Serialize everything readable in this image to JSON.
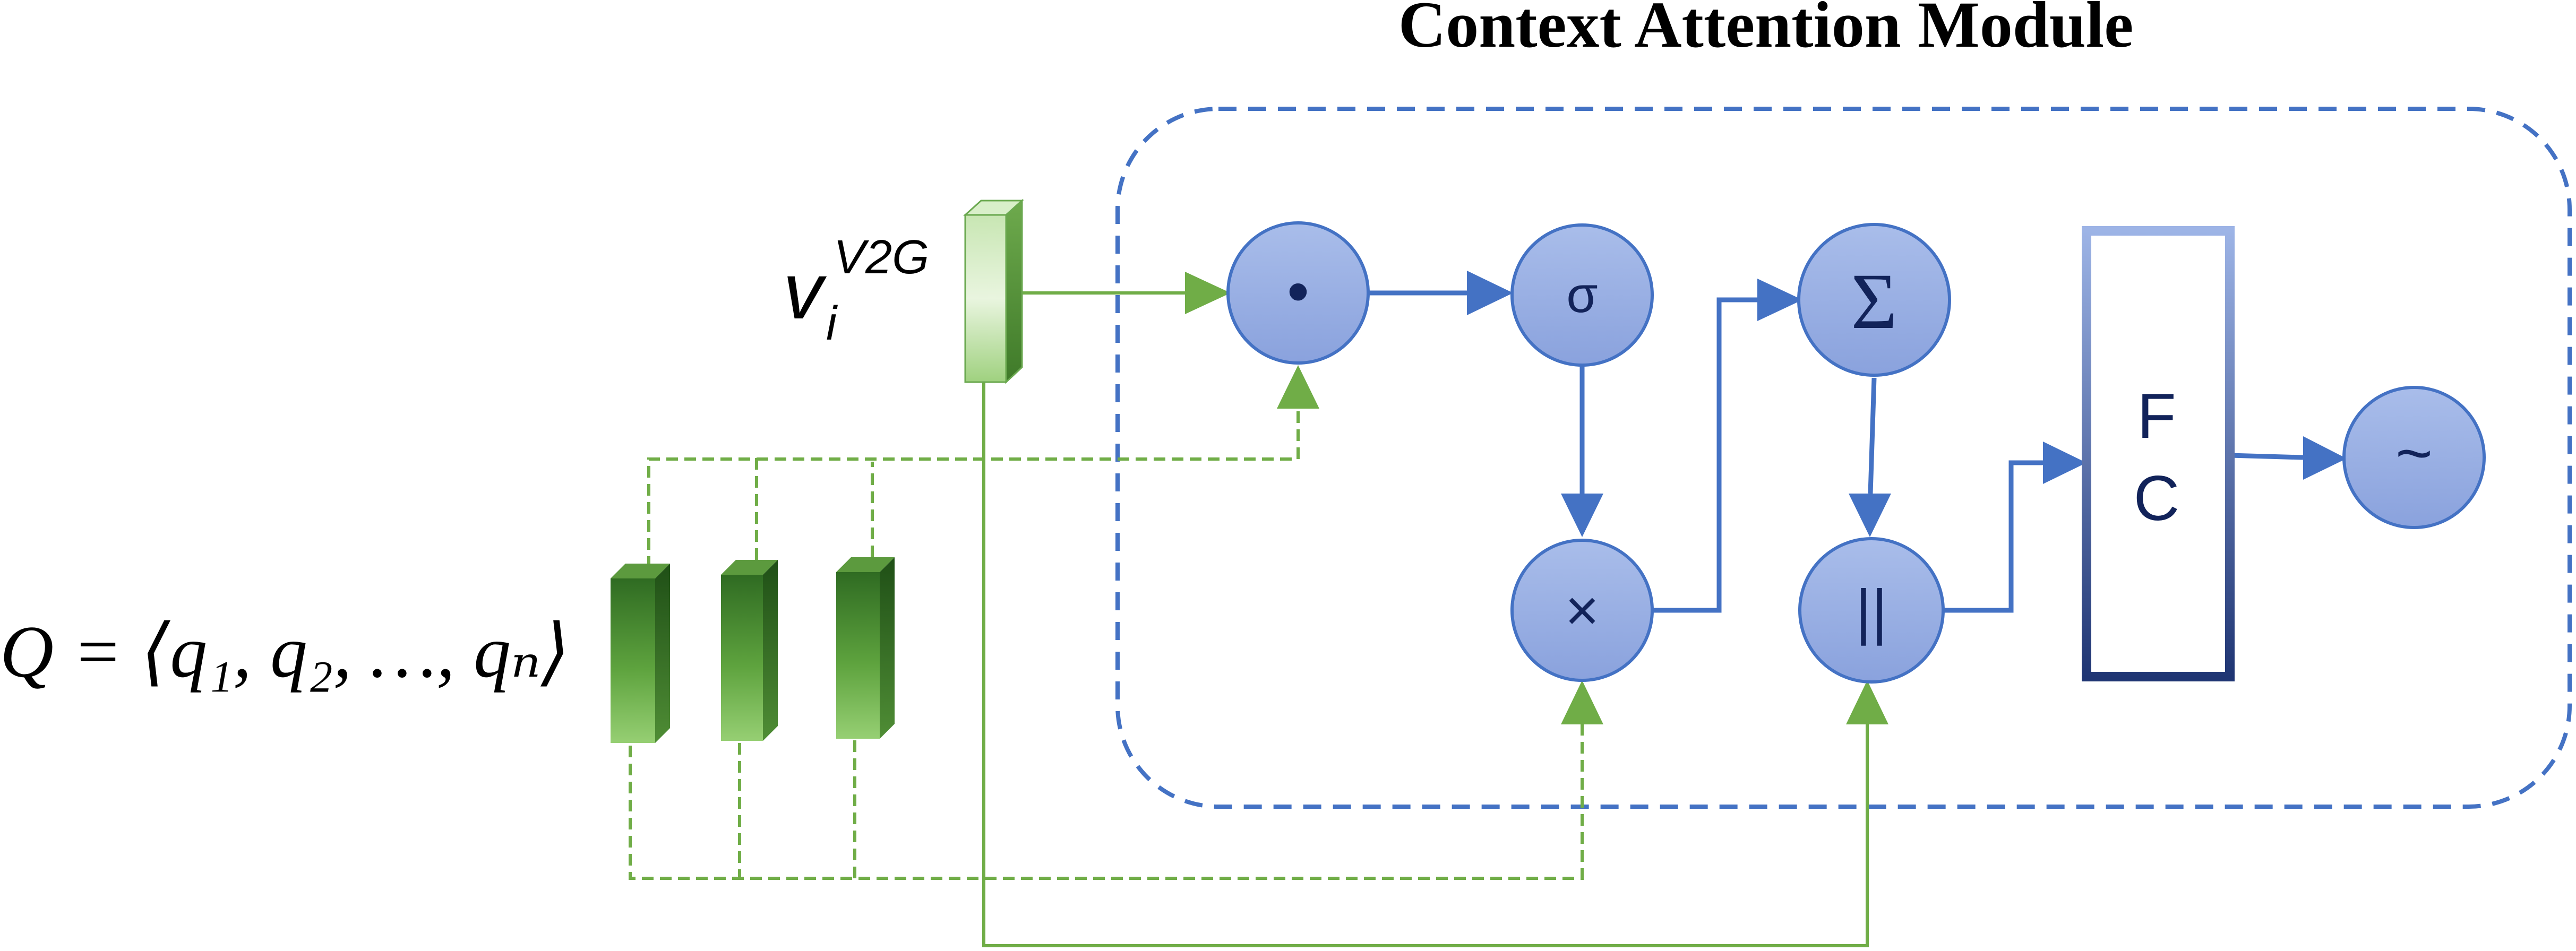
{
  "title": "Context Attention Module",
  "query_label": "Q = ⟨q₁, q₂, …, qₙ⟩",
  "vector_label": {
    "base": "v",
    "subscript": "i",
    "superscript": "V2G"
  },
  "operators": {
    "dot": "•",
    "sigma": "σ",
    "times": "×",
    "sum": "Σ",
    "concat": "||",
    "output": "~"
  },
  "fc_block": {
    "line1": "F",
    "line2": "C"
  },
  "colors": {
    "node_fill_top": "#9fb4e6",
    "node_fill_bottom": "#8ea6e0",
    "node_stroke": "#4472c4",
    "arrow_blue": "#4472c4",
    "arrow_green": "#70ad47",
    "module_border": "#4472c4",
    "fc_stroke_top": "#8fa9de",
    "fc_stroke_bottom": "#24397a",
    "text_dark": "#12235a"
  }
}
